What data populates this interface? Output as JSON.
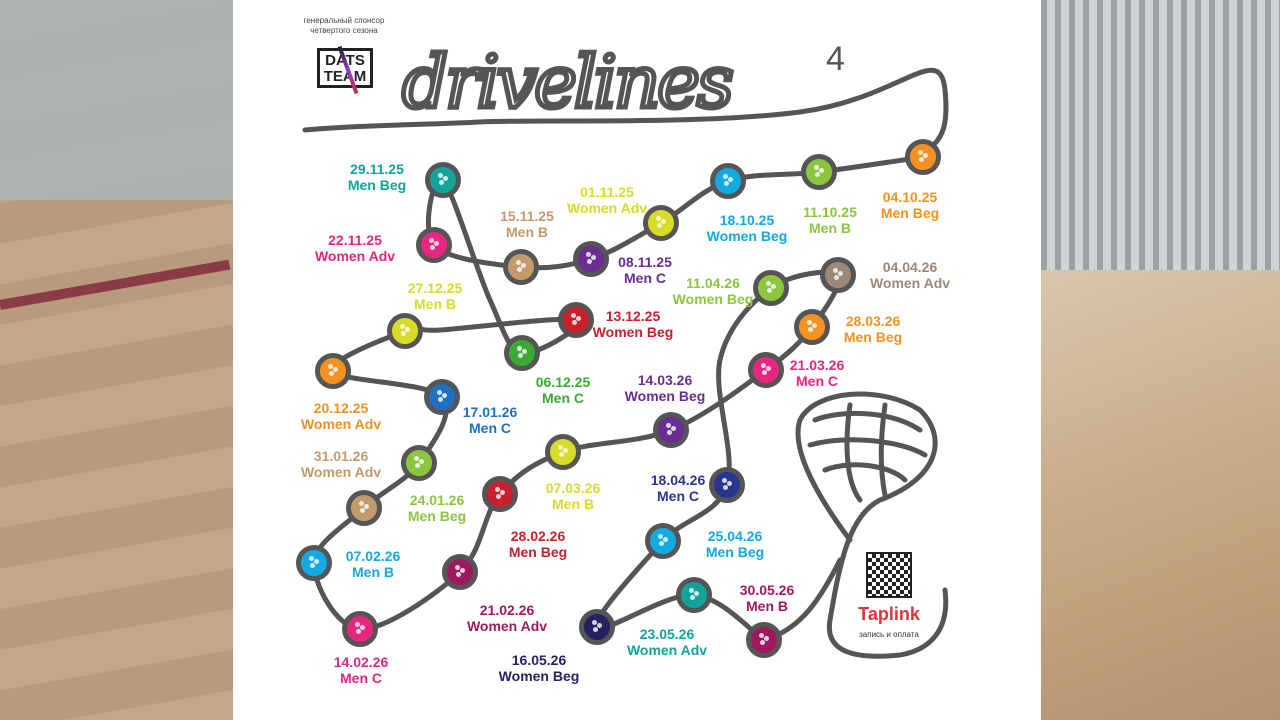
{
  "poster": {
    "title": "drivelines",
    "season_number": "4",
    "sponsor_caption": [
      "генеральный спонсор",
      "четвертого сезона"
    ],
    "sponsor_logo": "DATS TEAM",
    "taplink": "Taplink",
    "taplink_caption": "запись и оплата"
  },
  "events": [
    {
      "date": "04.10.25",
      "category": "Men Beg",
      "color": "#f39222"
    },
    {
      "date": "11.10.25",
      "category": "Men B",
      "color": "#8cc63e"
    },
    {
      "date": "18.10.25",
      "category": "Women Beg",
      "color": "#13a9e1"
    },
    {
      "date": "01.11.25",
      "category": "Women Adv",
      "color": "#d8db27"
    },
    {
      "date": "08.11.25",
      "category": "Men C",
      "color": "#6a2d91"
    },
    {
      "date": "15.11.25",
      "category": "Men B",
      "color": "#c49a6c"
    },
    {
      "date": "22.11.25",
      "category": "Women Adv",
      "color": "#e6267f"
    },
    {
      "date": "29.11.25",
      "category": "Men Beg",
      "color": "#13a39a"
    },
    {
      "date": "06.12.25",
      "category": "Men C",
      "color": "#3aaa35"
    },
    {
      "date": "13.12.25",
      "category": "Women Beg",
      "color": "#c8202f"
    },
    {
      "date": "27.12.25",
      "category": "Men B",
      "color": "#d8db27"
    },
    {
      "date": "20.12.25",
      "category": "Women Adv",
      "color": "#f39222"
    },
    {
      "date": "17.01.26",
      "category": "Men C",
      "color": "#1f70c1"
    },
    {
      "date": "24.01.26",
      "category": "Men Beg",
      "color": "#8cc63e"
    },
    {
      "date": "31.01.26",
      "category": "Women Adv",
      "color": "#c49a6c"
    },
    {
      "date": "07.02.26",
      "category": "Men B",
      "color": "#13a9e1"
    },
    {
      "date": "14.02.26",
      "category": "Men C",
      "color": "#e6267f"
    },
    {
      "date": "21.02.26",
      "category": "Women Adv",
      "color": "#a0195e"
    },
    {
      "date": "28.02.26",
      "category": "Men Beg",
      "color": "#c8202f"
    },
    {
      "date": "07.03.26",
      "category": "Men B",
      "color": "#d8db27"
    },
    {
      "date": "14.03.26",
      "category": "Women Beg",
      "color": "#6a2d91"
    },
    {
      "date": "21.03.26",
      "category": "Men C",
      "color": "#e6267f"
    },
    {
      "date": "28.03.26",
      "category": "Men Beg",
      "color": "#f39222"
    },
    {
      "date": "04.04.26",
      "category": "Women Adv",
      "color": "#9c8878"
    },
    {
      "date": "11.04.26",
      "category": "Women Beg",
      "color": "#8cc63e"
    },
    {
      "date": "18.04.26",
      "category": "Men C",
      "color": "#2a3590"
    },
    {
      "date": "25.04.26",
      "category": "Men Beg",
      "color": "#13a9e1"
    },
    {
      "date": "16.05.26",
      "category": "Women Beg",
      "color": "#262262"
    },
    {
      "date": "23.05.26",
      "category": "Women Adv",
      "color": "#13a39a"
    },
    {
      "date": "30.05.26",
      "category": "Men B",
      "color": "#a0195e"
    }
  ]
}
